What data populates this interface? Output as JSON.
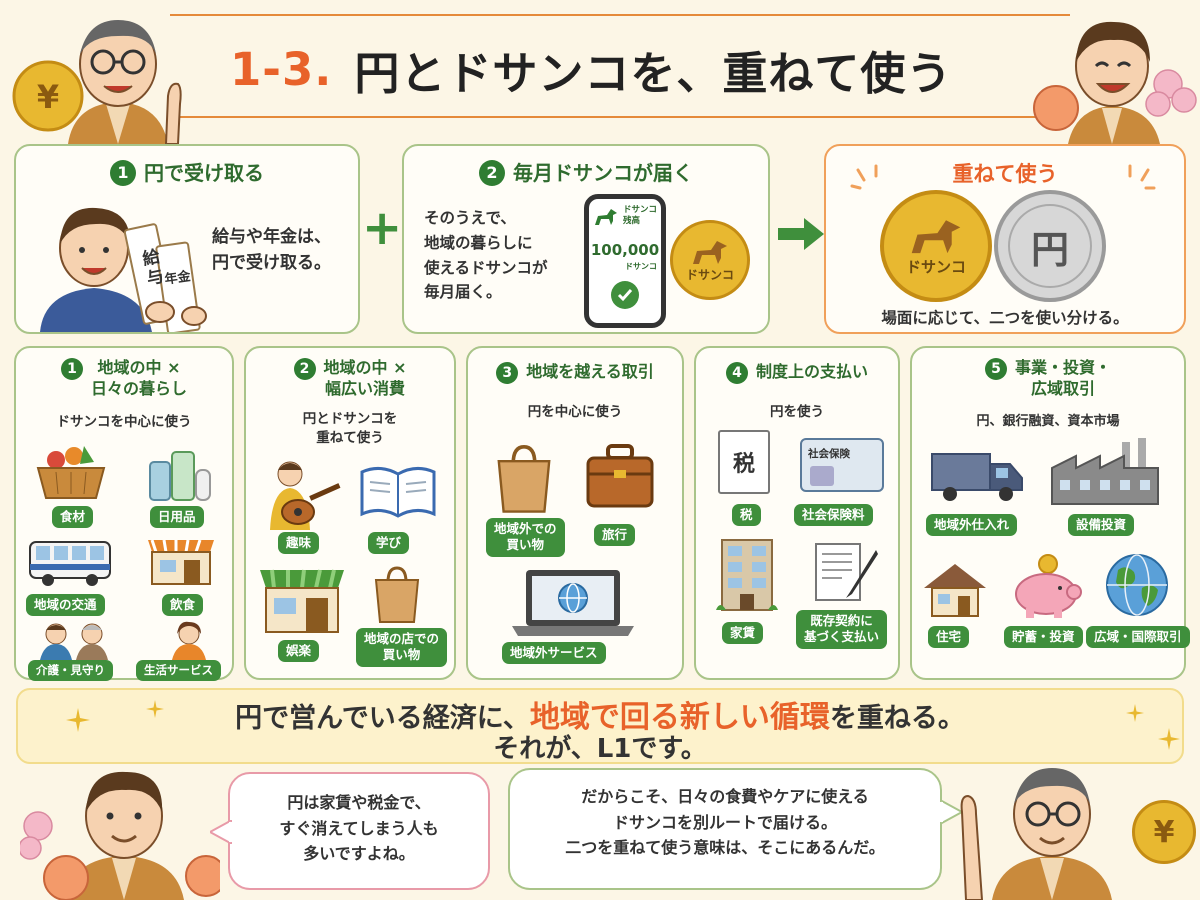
{
  "header": {
    "title_num": "1-3.",
    "title_text": "円とドサンコを、重ねて使う"
  },
  "top": {
    "card1": {
      "num": "1",
      "title": "円で受け取る",
      "text": "給与や年金は、\n円で受け取る。",
      "paper1": "給\n与",
      "paper2": "年金"
    },
    "plus": "+",
    "card2": {
      "num": "2",
      "title": "毎月ドサンコが届く",
      "text": "そのうえで、\n地域の暮らしに\n使えるドサンコが\n毎月届く。",
      "phone_label": "ドサンコ\n残高",
      "phone_amount": "100,000",
      "phone_unit": "ドサンコ",
      "coin_label": "ドサンコ"
    },
    "card3": {
      "title": "重ねて使う",
      "coin1": "ドサンコ",
      "coin2": "円",
      "text": "場面に応じて、二つを使い分ける。"
    }
  },
  "mid": [
    {
      "num": "1",
      "title": "地域の中 ×\n日々の暮らし",
      "sub": "ドサンコを中心に使う",
      "tags": [
        "食材",
        "日用品",
        "地域の交通",
        "飲食",
        "介護・見守り",
        "生活サービス"
      ]
    },
    {
      "num": "2",
      "title": "地域の中 ×\n幅広い消費",
      "sub": "円とドサンコを\n重ねて使う",
      "tags": [
        "趣味",
        "学び",
        "娯楽",
        "地域の店での\n買い物"
      ]
    },
    {
      "num": "3",
      "title": "地域を越える取引",
      "sub": "円を中心に使う",
      "tags": [
        "地域外での\n買い物",
        "旅行",
        "地域外サービス"
      ]
    },
    {
      "num": "4",
      "title": "制度上の支払い",
      "sub": "円を使う",
      "tags": [
        "税",
        "社会保険料",
        "家賃",
        "既存契約に\n基づく支払い"
      ],
      "icon_tax": "税",
      "icon_card": "社会保険"
    },
    {
      "num": "5",
      "title": "事業・投資・\n広域取引",
      "sub": "円、銀行融資、資本市場",
      "tags": [
        "地域外仕入れ",
        "設備投資",
        "住宅",
        "貯蓄・投資",
        "広域・国際取引"
      ]
    }
  ],
  "banner": {
    "line1_a": "円で営んでいる経済に、",
    "line1_b": "地域で回る新しい循環",
    "line1_c": "を重ねる。",
    "line2": "それが、L1です。"
  },
  "bubbles": {
    "left": "円は家賃や税金で、\nすぐ消えてしまう人も\n多いですよね。",
    "right": "だからこそ、日々の食費やケアに使える\nドサンコを別ルートで届ける。\n二つを重ねて使う意味は、そこにあるんだ。"
  },
  "coins": {
    "yen": "¥"
  },
  "colors": {
    "green": "#2f7d32",
    "orange": "#e8622a",
    "gold": "#e8b830",
    "silver": "#d7d7d7"
  }
}
